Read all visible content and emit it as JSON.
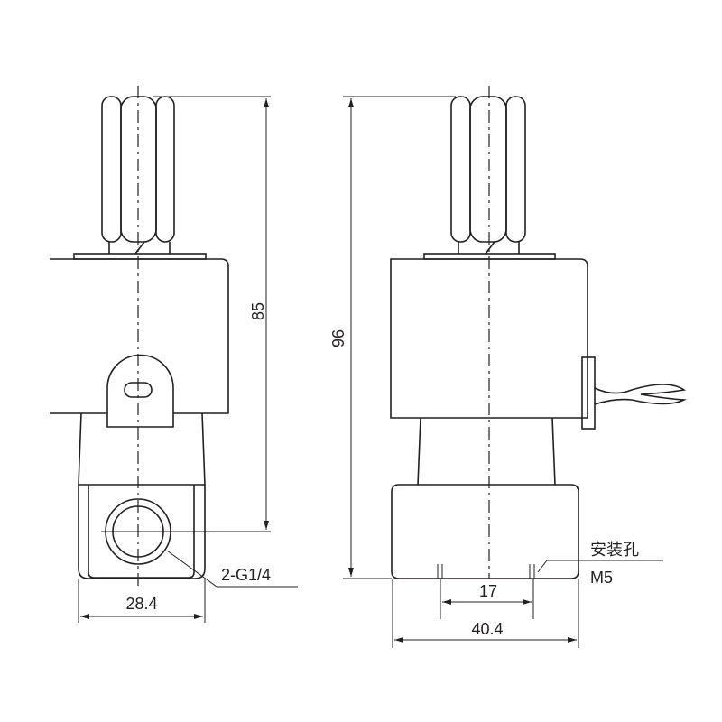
{
  "dimensions": {
    "left_height": "85",
    "left_width": "28.4",
    "port_label": "2-G1/4",
    "right_height": "96",
    "hole_spacing": "17",
    "right_width": "40.4",
    "mount_label": "安装孔",
    "mount_thread": "M5"
  },
  "colors": {
    "line": "#231f20",
    "background": "#ffffff"
  }
}
